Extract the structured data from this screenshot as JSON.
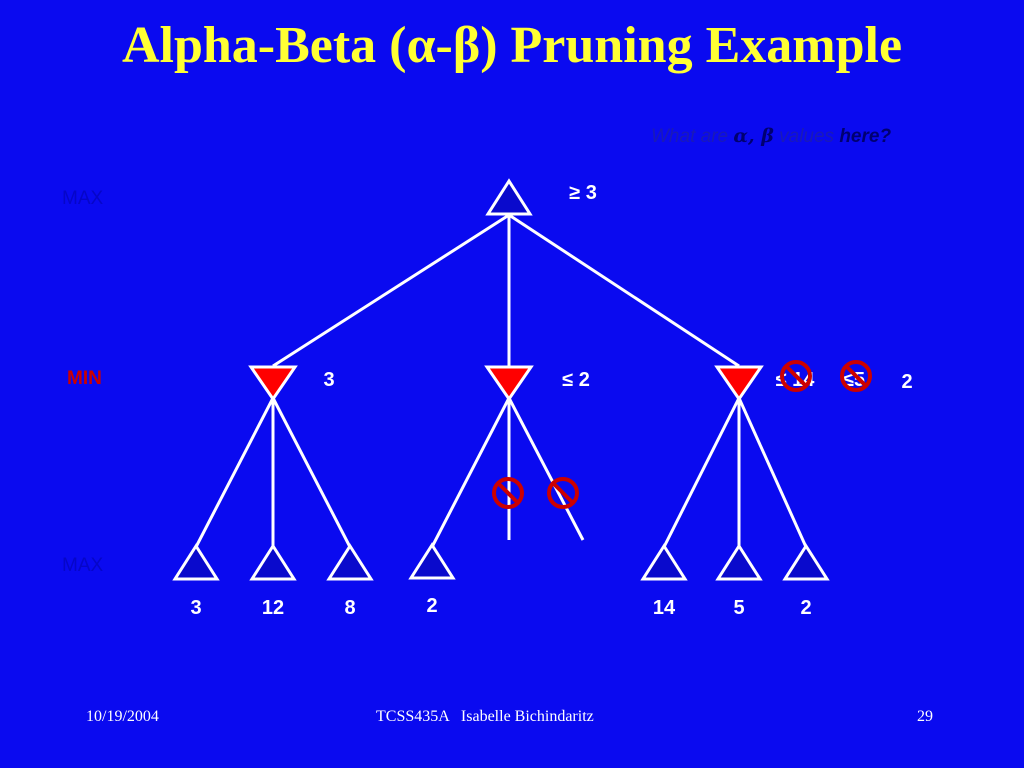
{
  "slide": {
    "title": "Alpha-Beta (α-β) Pruning Example",
    "question": {
      "prefix": "What are ",
      "symbols": "α, β",
      "middle": " values ",
      "suffix": "here?"
    },
    "level_labels": {
      "max_top": "MAX",
      "min": "MIN",
      "max_bottom": "MAX"
    },
    "root_value": "≥ 3",
    "min_values": {
      "left": "3",
      "middle": "≤ 2",
      "right_first": "≤ 14",
      "right_second": "≤5",
      "right_final": "2"
    },
    "leaf_values": [
      "3",
      "12",
      "8",
      "2",
      "14",
      "5",
      "2"
    ],
    "footer": {
      "date": "10/19/2004",
      "course": "TCSS435A   Isabelle Bichindaritz",
      "page": "29"
    },
    "colors": {
      "background": "#0A0AF0",
      "title": "#FFFF33",
      "max_node_fill": "#0A0ACC",
      "min_node_fill": "#FF0000",
      "prune_symbol": "#CC0000",
      "edges": "#FFFFFF"
    },
    "icons": {
      "prune": "no-symbol-icon"
    }
  }
}
